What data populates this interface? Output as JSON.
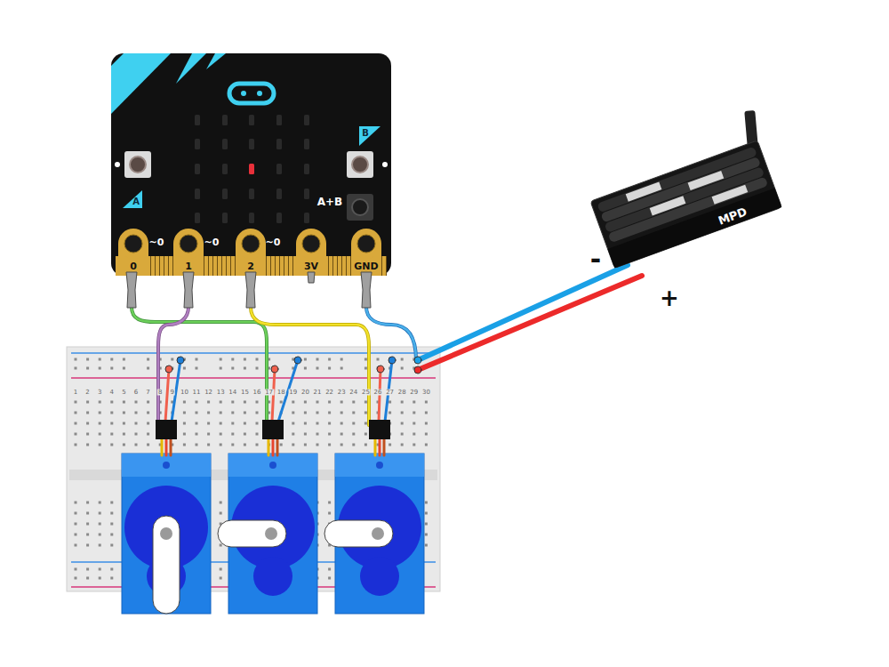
{
  "diagram": {
    "labels": [
      "~0",
      "~0",
      "~0",
      "0",
      "1",
      "2",
      "3V",
      "GND",
      "A",
      "B",
      "A+B",
      "MPD",
      "-",
      "+",
      "1",
      "2",
      "3",
      "4",
      "5",
      "6",
      "7",
      "8",
      "9",
      "10",
      "11",
      "12",
      "13",
      "14",
      "15",
      "16",
      "17",
      "18",
      "19",
      "20",
      "21",
      "22",
      "23",
      "24",
      "25",
      "26",
      "27",
      "28",
      "29",
      "30"
    ]
  }
}
